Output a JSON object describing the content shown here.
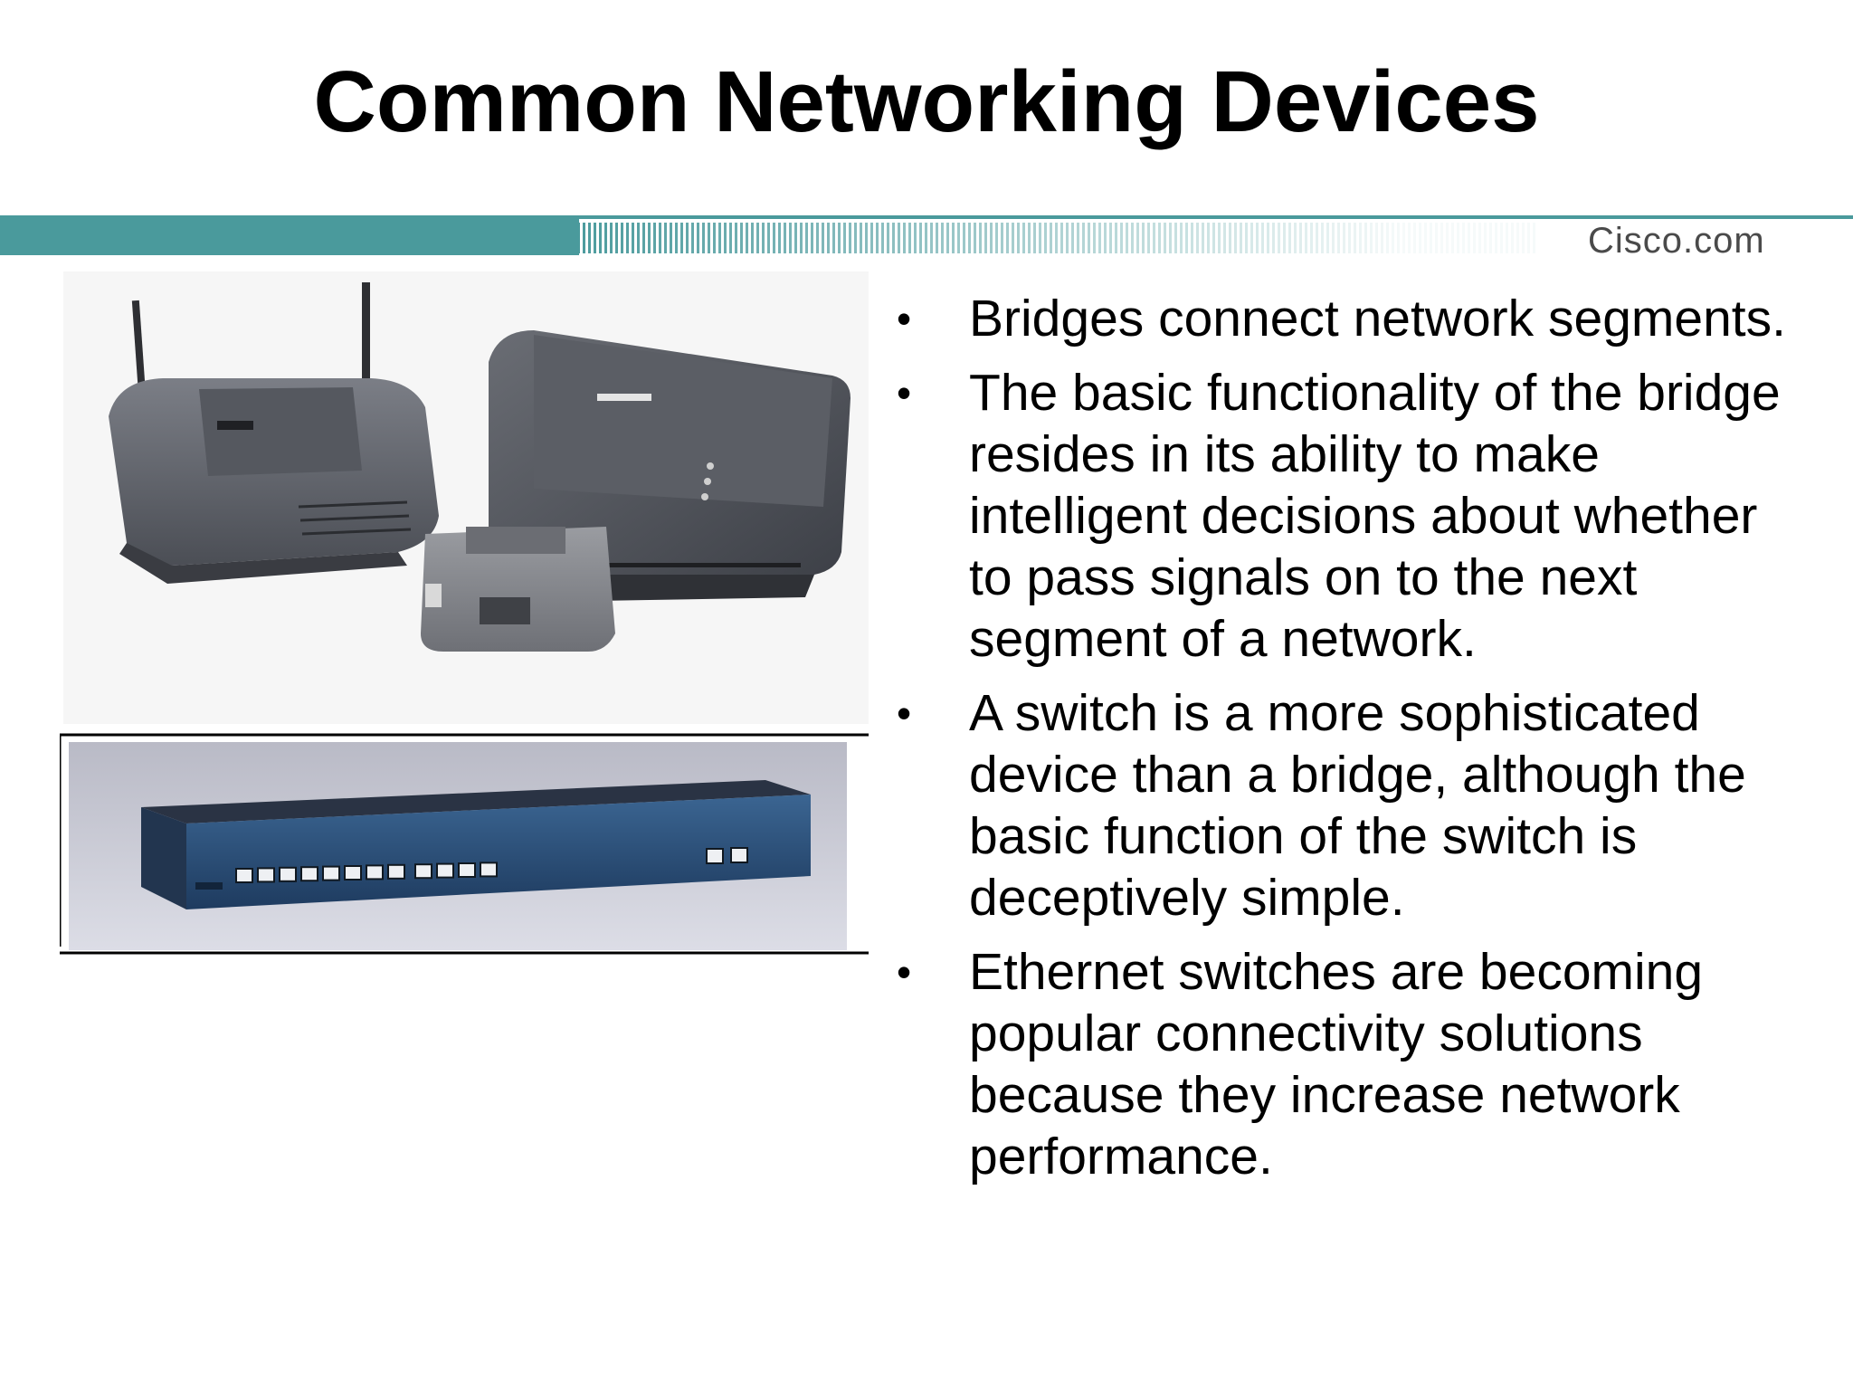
{
  "slide": {
    "title": "Common Networking Devices",
    "brand": "Cisco.com",
    "bullets": [
      "Bridges connect network segments.",
      "The basic functionality of the bridge resides in its ability to make intelligent decisions about whether to pass signals on to the next segment of a network.",
      "A switch is a more sophisticated device than a bridge, although the basic function of the switch is deceptively simple.",
      "Ethernet switches are becoming popular connectivity solutions because they increase network performance."
    ],
    "bullet_marker": "•"
  },
  "colors": {
    "band": "#4a9a9c",
    "switch_body": "#2a4f7a",
    "device_gray": "#5e6168"
  },
  "icons": {
    "photo_top": "wireless-access-point-and-bridges-photo",
    "photo_bottom": "ethernet-switch-photo"
  }
}
